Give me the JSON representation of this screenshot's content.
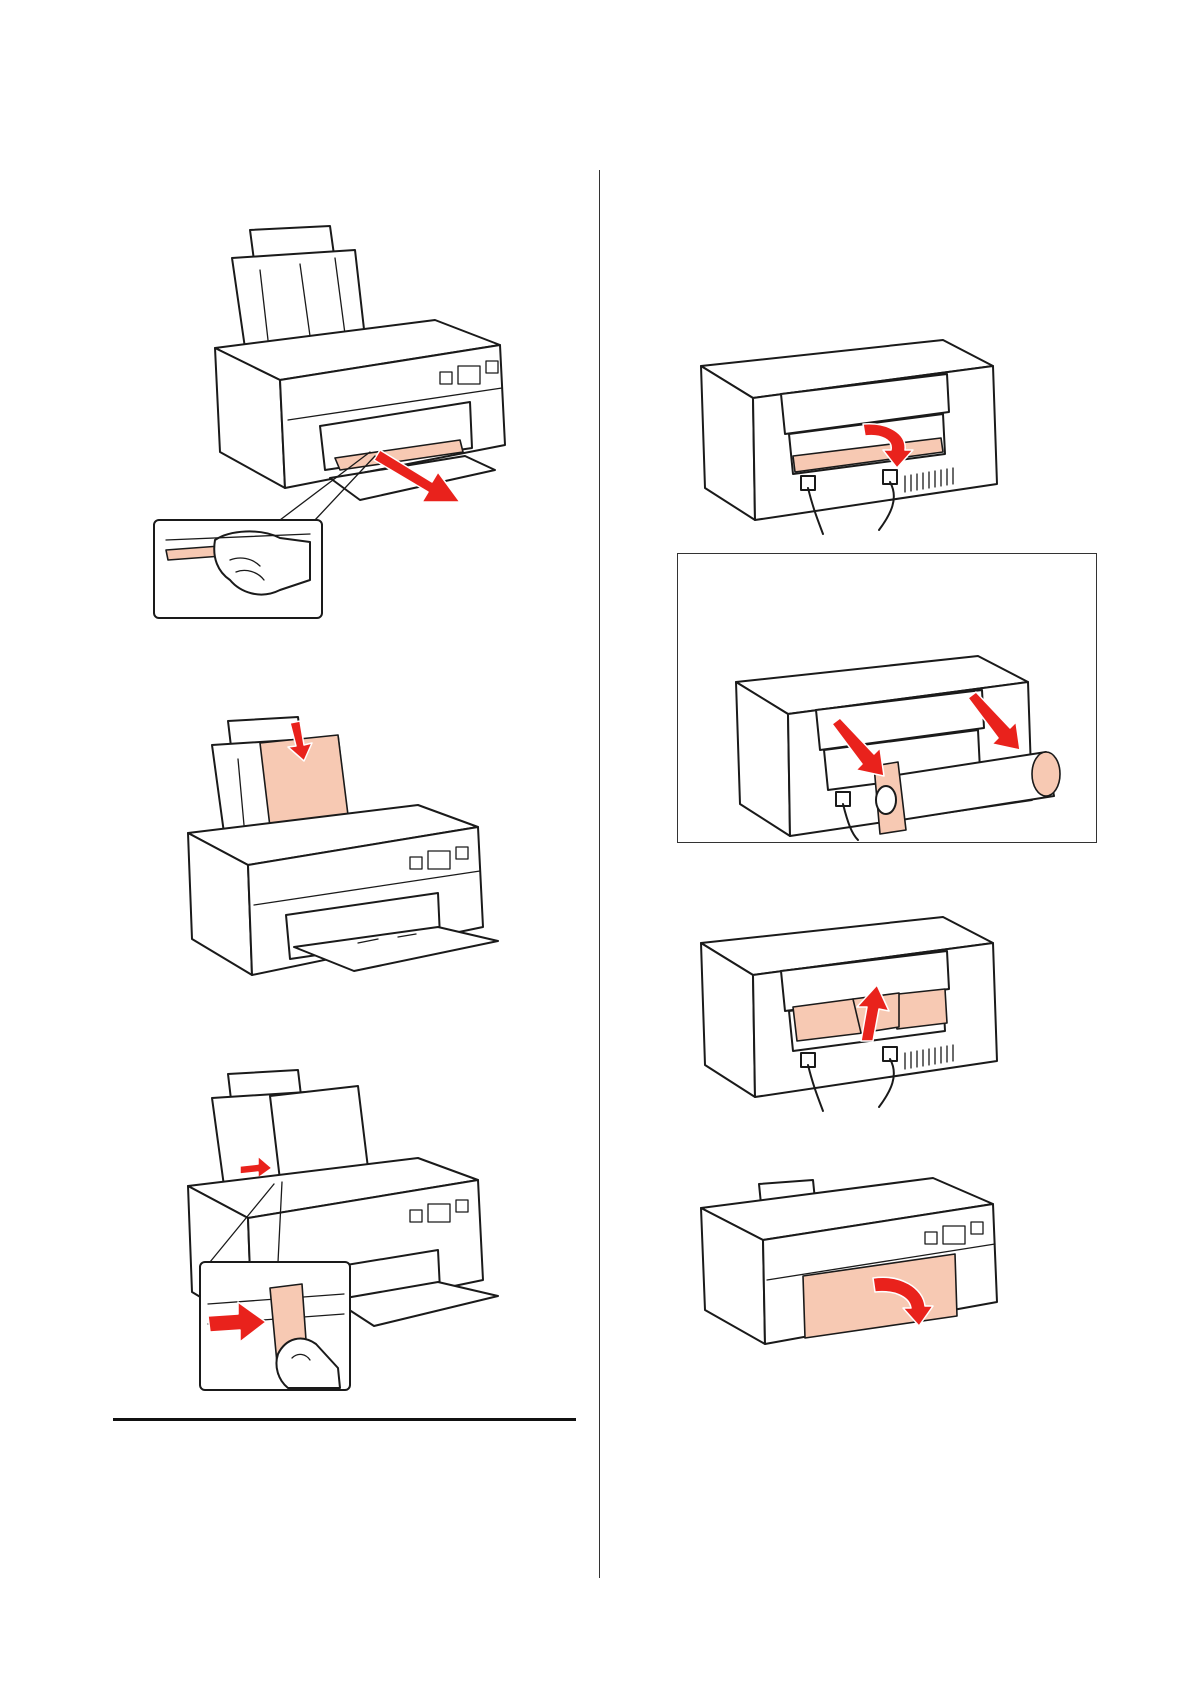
{
  "page": {
    "columns": 2,
    "column_divider": true,
    "section_rule": true
  },
  "figures": [
    {
      "id": "fig-remove-front-paper",
      "icons": [
        "printer-front-icon",
        "arrow-right-down-icon",
        "hand-pinch-icon"
      ]
    },
    {
      "id": "fig-load-top-paper",
      "icons": [
        "printer-front-icon",
        "arrow-down-icon",
        "paper-sheet-icon"
      ]
    },
    {
      "id": "fig-slide-edge-guide",
      "icons": [
        "printer-front-icon",
        "arrow-right-icon",
        "hand-push-icon"
      ]
    },
    {
      "id": "fig-rear-cover-down",
      "icons": [
        "printer-rear-icon",
        "arrow-curve-down-icon"
      ]
    },
    {
      "id": "fig-roll-holder-boxed",
      "icons": [
        "printer-rear-icon",
        "roll-paper-icon",
        "arrow-diagonal-icon"
      ]
    },
    {
      "id": "fig-rear-cover-up",
      "icons": [
        "printer-rear-icon",
        "arrow-up-icon"
      ]
    },
    {
      "id": "fig-front-cover-open",
      "icons": [
        "printer-front-icon",
        "arrow-curve-down-icon"
      ]
    }
  ],
  "colors": {
    "arrow": "#e9221c",
    "paper": "#f7c9b3",
    "line": "#1a1a1a",
    "frame": "#333333"
  }
}
